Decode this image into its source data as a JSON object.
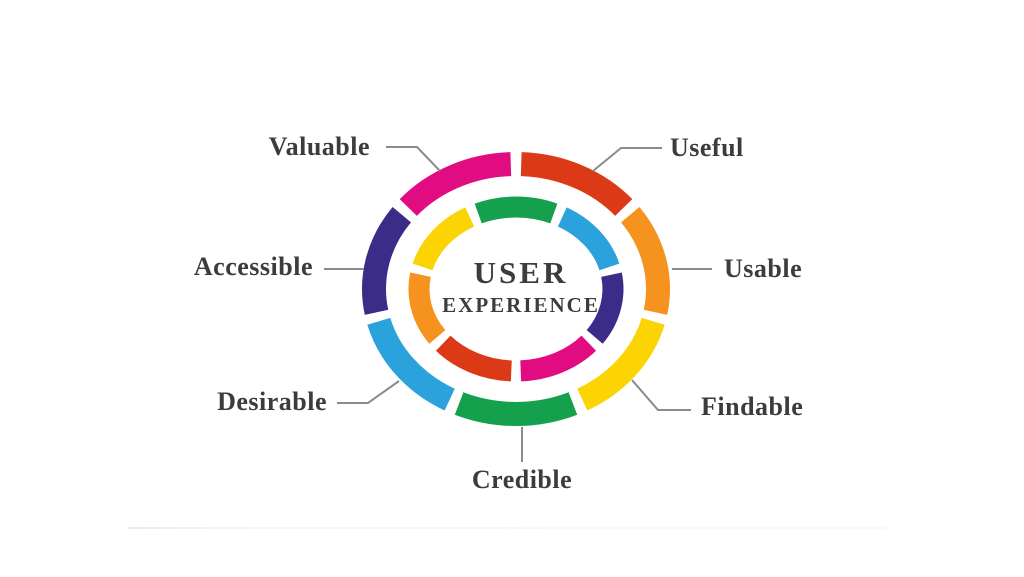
{
  "title": {
    "line1": "USER",
    "line2": "EXPERIENCE"
  },
  "diagram": {
    "name": "User Experience honeycomb ring",
    "text_color": "#3c3c3c",
    "connector_color": "#8b8b8b",
    "segments": [
      {
        "label": "Useful",
        "color": "#DC3A16"
      },
      {
        "label": "Usable",
        "color": "#F6921E"
      },
      {
        "label": "Findable",
        "color": "#FCD303"
      },
      {
        "label": "Credible",
        "color": "#14A04C"
      },
      {
        "label": "Desirable",
        "color": "#2CA2DC"
      },
      {
        "label": "Accessible",
        "color": "#3B2C8A"
      },
      {
        "label": "Valuable",
        "color": "#E20C82"
      }
    ]
  }
}
